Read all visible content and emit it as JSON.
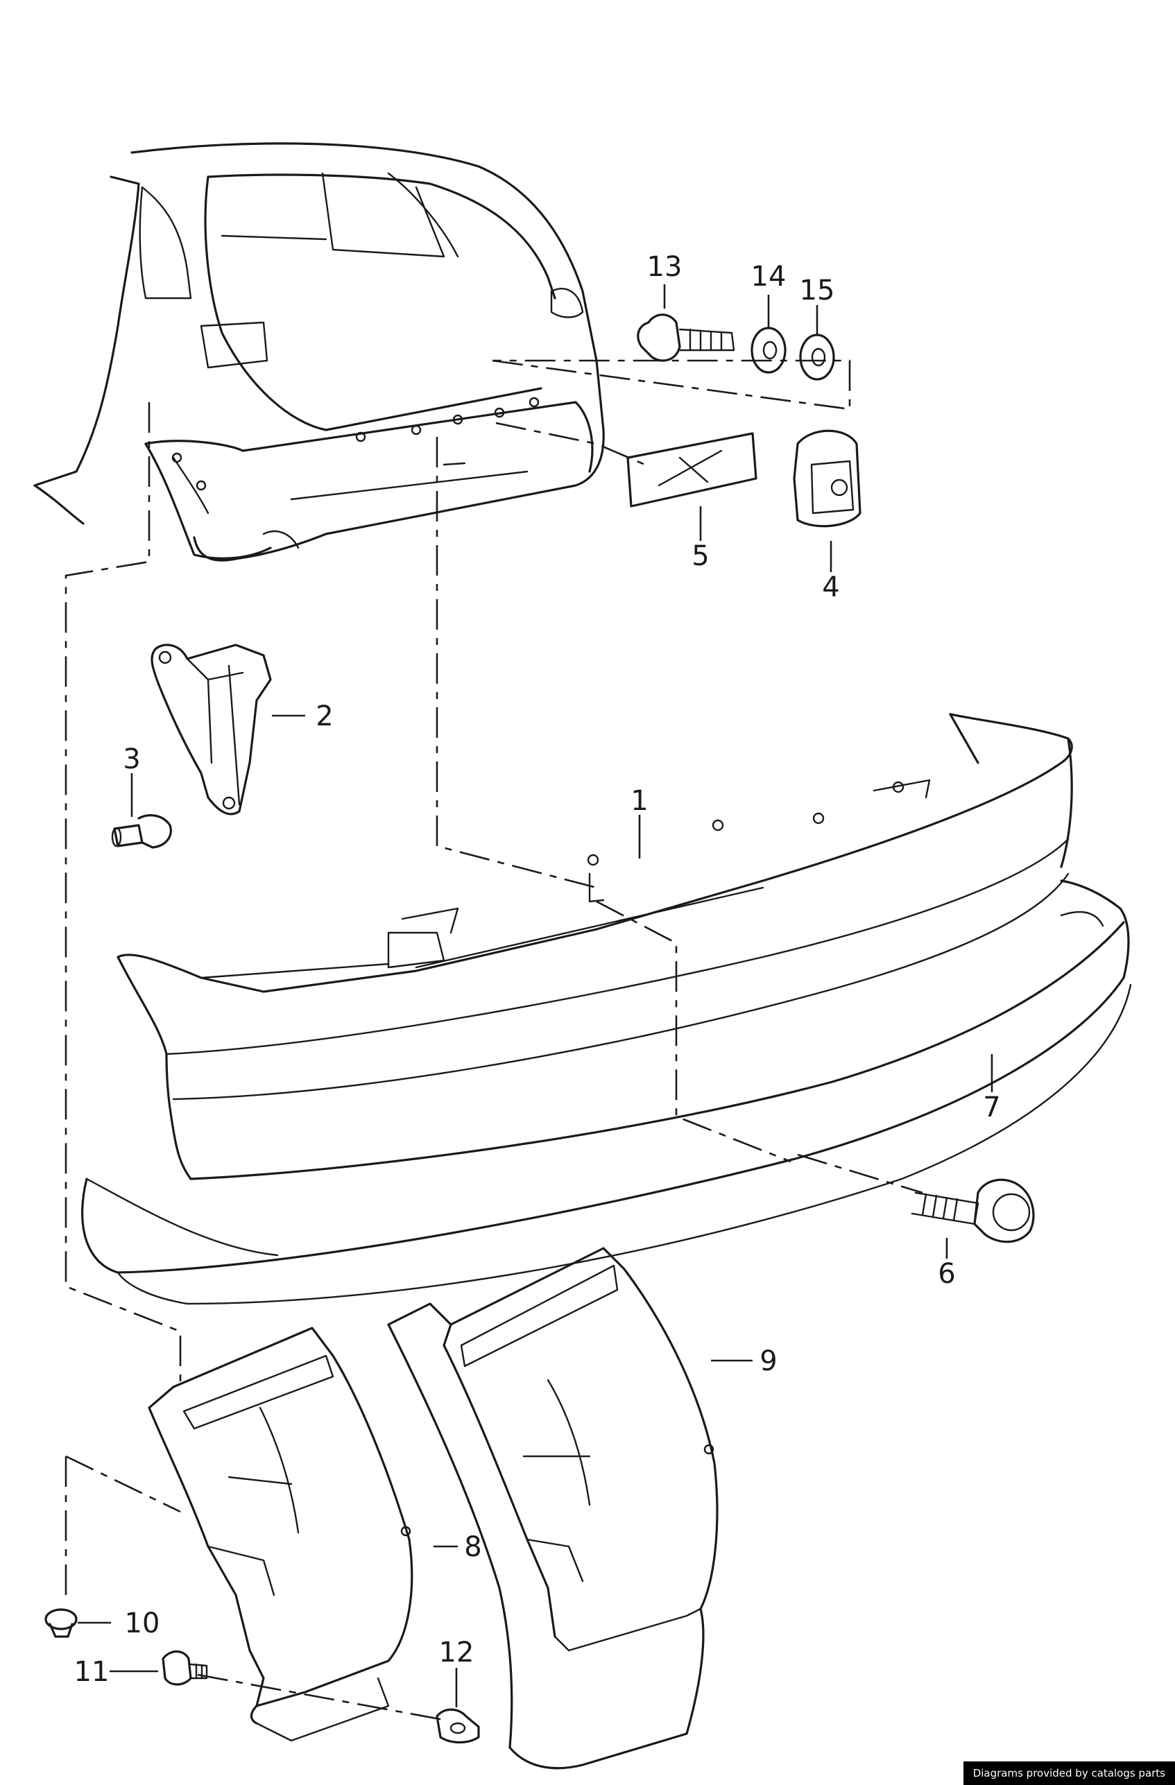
{
  "diagram": {
    "callouts": [
      "1",
      "2",
      "3",
      "4",
      "5",
      "6",
      "7",
      "8",
      "9",
      "10",
      "11",
      "12",
      "13",
      "14",
      "15"
    ]
  },
  "footer": {
    "credit": "Diagrams provided by catalogs parts"
  }
}
